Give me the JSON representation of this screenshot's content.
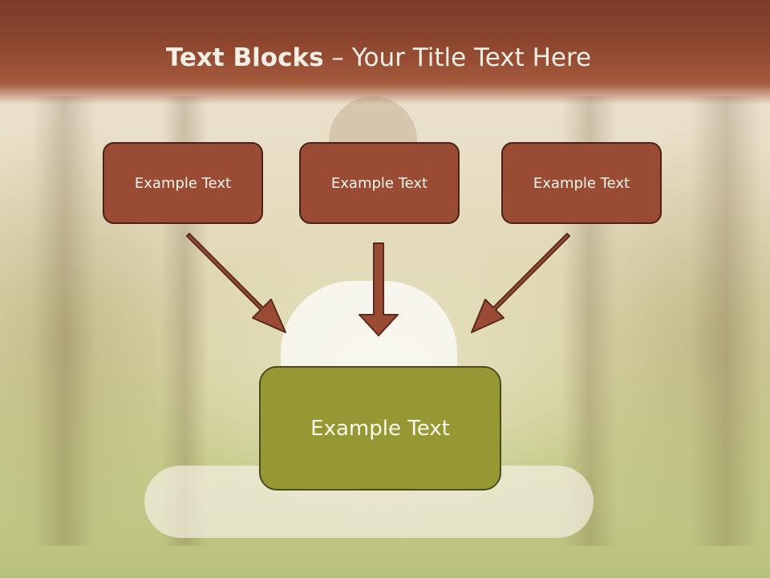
{
  "title": {
    "bold": "Text Blocks",
    "dash": " – ",
    "rest": "Your Title Text Here"
  },
  "blocks": [
    {
      "label": "Example Text"
    },
    {
      "label": "Example Text"
    },
    {
      "label": "Example Text"
    }
  ],
  "center_block": {
    "label": "Example Text"
  },
  "colors": {
    "header": "#8f472f",
    "block_fill": "#9a4b33",
    "center_fill": "#969933",
    "arrow_fill": "#9a4b33",
    "arrow_stroke": "#5a2a1c"
  }
}
